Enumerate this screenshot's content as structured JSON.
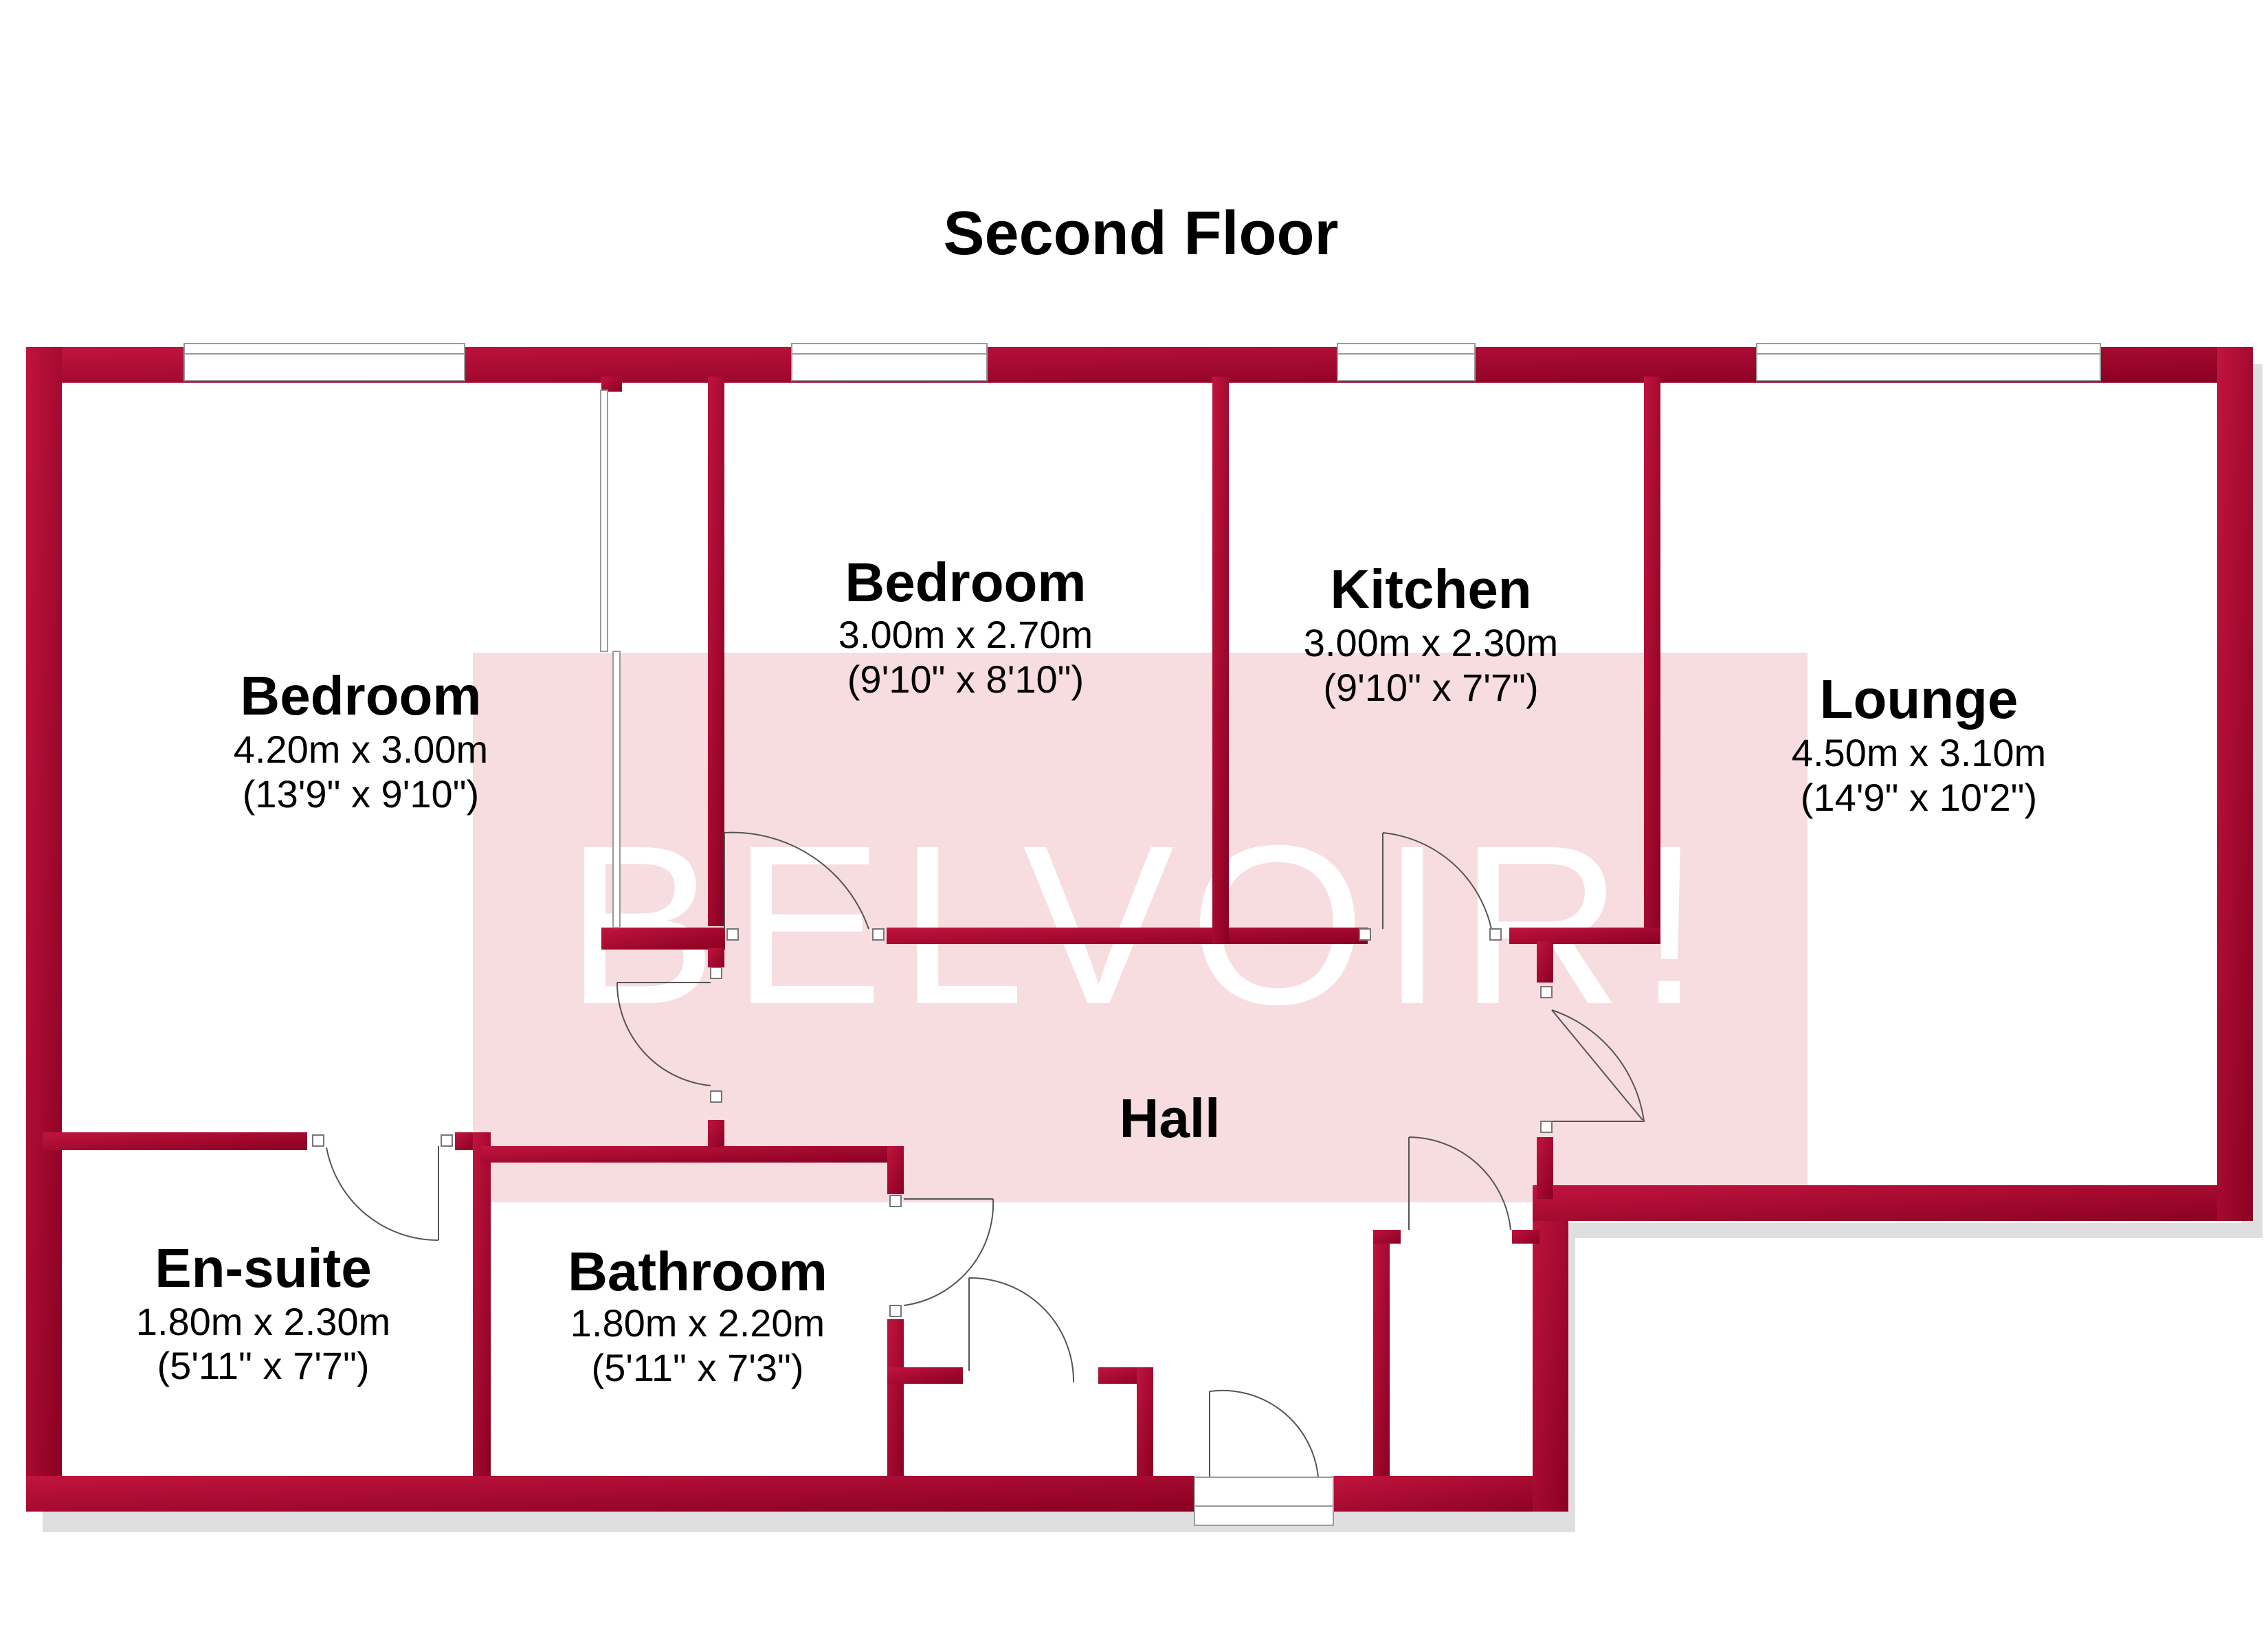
{
  "title": "Second Floor",
  "watermark": "BELVOIR!",
  "colors": {
    "wall": "#a3002b",
    "wall_shadow": "#cfcfcf",
    "watermark_fill": "#f7dce0",
    "window_frame": "#9a9a9a",
    "text": "#000000"
  },
  "rooms": {
    "bedroom_main": {
      "name": "Bedroom",
      "metric": "4.20m x 3.00m",
      "imperial": "(13'9\" x 9'10\")"
    },
    "bedroom_second": {
      "name": "Bedroom",
      "metric": "3.00m x 2.70m",
      "imperial": "(9'10\" x 8'10\")"
    },
    "kitchen": {
      "name": "Kitchen",
      "metric": "3.00m x 2.30m",
      "imperial": "(9'10\" x 7'7\")"
    },
    "lounge": {
      "name": "Lounge",
      "metric": "4.50m x 3.10m",
      "imperial": "(14'9\" x 10'2\")"
    },
    "hall": {
      "name": "Hall"
    },
    "ensuite": {
      "name": "En-suite",
      "metric": "1.80m x 2.30m",
      "imperial": "(5'11\" x 7'7\")"
    },
    "bathroom": {
      "name": "Bathroom",
      "metric": "1.80m x 2.20m",
      "imperial": "(5'11\" x 7'3\")"
    }
  }
}
